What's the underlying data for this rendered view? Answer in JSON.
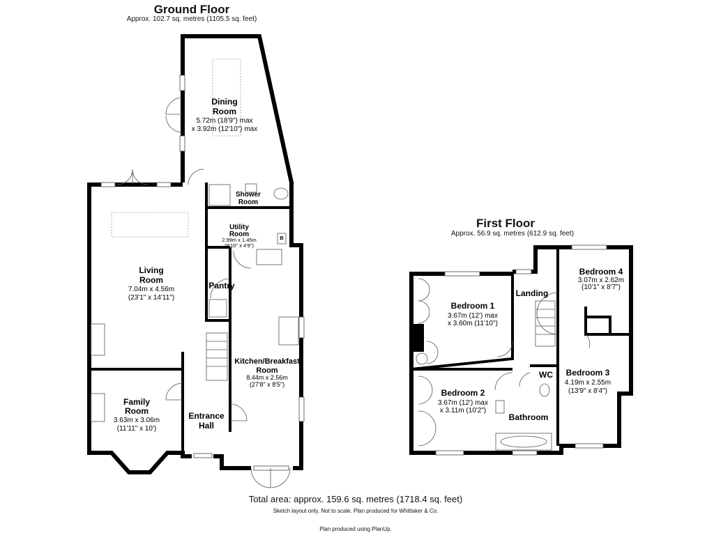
{
  "ground_floor": {
    "title": "Ground Floor",
    "area": "Approx. 102.7 sq. metres (1105.5 sq. feet)",
    "rooms": {
      "dining": {
        "name1": "Dining",
        "name2": "Room",
        "dim1": "5.72m (18'9\") max",
        "dim2": "x 3.92m (12'10\") max"
      },
      "shower": {
        "name1": "Shower",
        "name2": "Room"
      },
      "utility": {
        "name1": "Utility",
        "name2": "Room",
        "dim1": "2.99m x 1.45m",
        "dim2": "(9'10\" x 4'9\")",
        "boiler": "B"
      },
      "living": {
        "name1": "Living",
        "name2": "Room",
        "dim1": "7.04m x 4.56m",
        "dim2": "(23'1\" x 14'11\")"
      },
      "pantry": {
        "name1": "Pantry"
      },
      "kitchen": {
        "name1": "Kitchen/Breakfast",
        "name2": "Room",
        "dim1": "8.44m x 2.56m",
        "dim2": "(27'8\" x 8'5\")"
      },
      "family": {
        "name1": "Family",
        "name2": "Room",
        "dim1": "3.63m x 3.06m",
        "dim2": "(11'11\" x 10')"
      },
      "hall": {
        "name1": "Entrance",
        "name2": "Hall"
      }
    }
  },
  "first_floor": {
    "title": "First Floor",
    "area": "Approx. 56.9 sq. metres (612.9 sq. feet)",
    "rooms": {
      "bed1": {
        "name1": "Bedroom 1",
        "dim1": "3.67m (12') max",
        "dim2": "x 3.60m (11'10\")"
      },
      "landing": {
        "name1": "Landing"
      },
      "bed4": {
        "name1": "Bedroom 4",
        "dim1": "3.07m x 2.62m",
        "dim2": "(10'1\" x 8'7\")"
      },
      "wc": {
        "name1": "WC"
      },
      "bed3": {
        "name1": "Bedroom 3",
        "dim1": "4.19m x 2.55m",
        "dim2": "(13'9\" x 8'4\")"
      },
      "bed2": {
        "name1": "Bedroom 2",
        "dim1": "3.67m (12') max",
        "dim2": "x 3.11m (10'2\")"
      },
      "bathroom": {
        "name1": "Bathroom"
      }
    }
  },
  "footer": {
    "total": "Total area: approx. 159.6 sq. metres (1718.4 sq. feet)",
    "disclaimer": "Sketch layout only. Not to scale. Plan produced for Whittaker & Co.",
    "credit": "Plan produced using PlanUp."
  }
}
